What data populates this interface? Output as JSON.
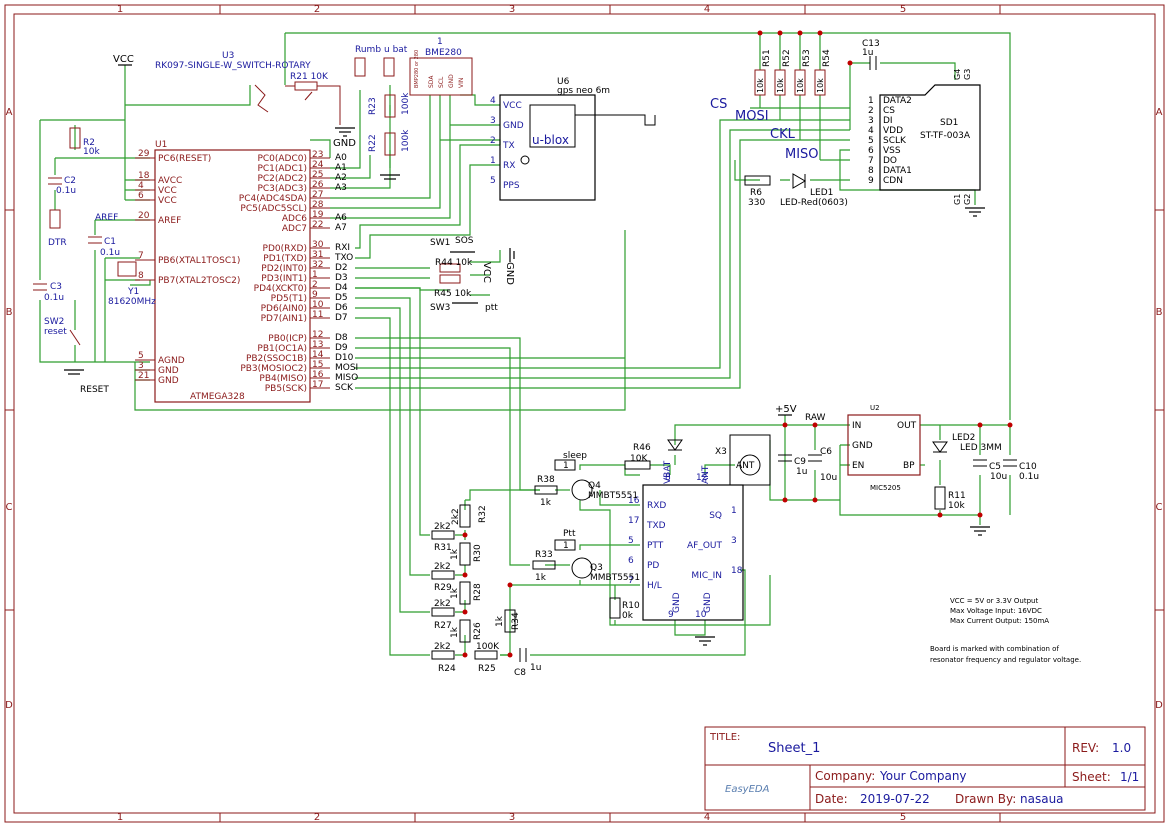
{
  "frame": {
    "col_labels": [
      "1",
      "2",
      "3",
      "4",
      "5"
    ],
    "row_labels": [
      "A",
      "B",
      "C",
      "D"
    ]
  },
  "title_block": {
    "title_label": "TITLE:",
    "title": "Sheet_1",
    "rev_label": "REV:",
    "rev": "1.0",
    "company_label": "Company:",
    "company": "Your Company",
    "sheet_label": "Sheet:",
    "sheet": "1/1",
    "date_label": "Date:",
    "date": "2019-07-22",
    "drawn_label": "Drawn By:",
    "drawn": "nasaua",
    "logo": "EasyEDA"
  },
  "net_labels": {
    "vcc_top": "VCC",
    "plus5v": "+5V",
    "raw": "RAW",
    "gnd1": "GND",
    "gnd2": "GND",
    "vcc_sw": "VCC",
    "reset_net": "RESET",
    "aref_net": "AREF",
    "cs_big": "CS",
    "mosi_big": "MOSI",
    "ckl_big": "CKL",
    "miso_big": "MISO"
  },
  "u1": {
    "ref": "U1",
    "part": "ATMEGA328",
    "left_pins": [
      {
        "num": "29",
        "name": "PC6(RESET)"
      },
      {
        "num": "18",
        "name": "AVCC"
      },
      {
        "num": "4",
        "name": "VCC"
      },
      {
        "num": "6",
        "name": "VCC"
      },
      {
        "num": "20",
        "name": "AREF"
      },
      {
        "num": "7",
        "name": "PB6(XTAL1TOSC1)"
      },
      {
        "num": "8",
        "name": "PB7(XTAL2TOSC2)"
      },
      {
        "num": "5",
        "name": "AGND"
      },
      {
        "num": "3",
        "name": "GND"
      },
      {
        "num": "21",
        "name": "GND"
      }
    ],
    "right_pins": [
      {
        "num": "23",
        "name": "PC0(ADC0)",
        "net": "A0"
      },
      {
        "num": "24",
        "name": "PC1(ADC1)",
        "net": "A1"
      },
      {
        "num": "25",
        "name": "PC2(ADC2)",
        "net": "A2"
      },
      {
        "num": "26",
        "name": "PC3(ADC3)",
        "net": "A3"
      },
      {
        "num": "27",
        "name": "PC4(ADC4SDA)",
        "net": ""
      },
      {
        "num": "28",
        "name": "PC5(ADC5SCL)",
        "net": ""
      },
      {
        "num": "19",
        "name": "ADC6",
        "net": "A6"
      },
      {
        "num": "22",
        "name": "ADC7",
        "net": "A7"
      },
      {
        "num": "30",
        "name": "PD0(RXD)",
        "net": "RXI"
      },
      {
        "num": "31",
        "name": "PD1(TXD)",
        "net": "TXO"
      },
      {
        "num": "32",
        "name": "PD2(INT0)",
        "net": "D2"
      },
      {
        "num": "1",
        "name": "PD3(INT1)",
        "net": "D3"
      },
      {
        "num": "2",
        "name": "PD4(XCKT0)",
        "net": "D4"
      },
      {
        "num": "9",
        "name": "PD5(T1)",
        "net": "D5"
      },
      {
        "num": "10",
        "name": "PD6(AIN0)",
        "net": "D6"
      },
      {
        "num": "11",
        "name": "PD7(AIN1)",
        "net": "D7"
      },
      {
        "num": "12",
        "name": "PB0(ICP)",
        "net": "D8"
      },
      {
        "num": "13",
        "name": "PB1(OC1A)",
        "net": "D9"
      },
      {
        "num": "14",
        "name": "PB2(SSOC1B)",
        "net": "D10"
      },
      {
        "num": "15",
        "name": "PB3(MOSIOC2)",
        "net": "MOSI"
      },
      {
        "num": "16",
        "name": "PB4(MISO)",
        "net": "MISO"
      },
      {
        "num": "17",
        "name": "PB5(SCK)",
        "net": "SCK"
      }
    ]
  },
  "components": {
    "u3_ref": "U3",
    "u3_part": "RK097-SINGLE-W_SWITCH-ROTARY",
    "r21": "R21 10K",
    "rumb": "Rumb",
    "ubat": "u bat",
    "bme_ref": "1",
    "bme_part": "BME280",
    "bme_pins": [
      "SDA",
      "SCL",
      "GND",
      "VIN"
    ],
    "bme_body": "BMP280 or 280",
    "r23": "R23",
    "r23_val": "100k",
    "r22": "R22",
    "r22_val": "100k",
    "r2": "R2",
    "r2_val": "10k",
    "c2": "C2",
    "c2_val": "0.1u",
    "dtr": "DTR",
    "c1": "C1",
    "c1_val": "0.1u",
    "c3": "C3",
    "c3_val": "0.1u",
    "sw2": "SW2",
    "sw2_name": "reset",
    "y1": "Y1",
    "y1_val": "81620MHz",
    "u6_ref": "U6",
    "u6_part": "gps neo 6m",
    "u6_body": "u-blox",
    "u6_pins": [
      {
        "num": "4",
        "name": "VCC"
      },
      {
        "num": "3",
        "name": "GND"
      },
      {
        "num": "2",
        "name": "TX"
      },
      {
        "num": "1",
        "name": "RX"
      },
      {
        "num": "5",
        "name": "PPS"
      }
    ],
    "sw1": "SW1",
    "sw1_name": "SOS",
    "r44": "R44 10k",
    "r45": "R45 10k",
    "sw3": "SW3",
    "sw3_name": "ptt",
    "r51": "R51",
    "r52": "R52",
    "r53": "R53",
    "r54": "R54",
    "r5x_val": "10k",
    "c13": "C13",
    "c13_val": "1u",
    "sd1_ref": "SD1",
    "sd1_part": "ST-TF-003A",
    "sd1_pins": [
      {
        "num": "1",
        "name": "DATA2"
      },
      {
        "num": "2",
        "name": "CS"
      },
      {
        "num": "3",
        "name": "DI"
      },
      {
        "num": "4",
        "name": "VDD"
      },
      {
        "num": "5",
        "name": "SCLK"
      },
      {
        "num": "6",
        "name": "VSS"
      },
      {
        "num": "7",
        "name": "DO"
      },
      {
        "num": "8",
        "name": "DATA1"
      },
      {
        "num": "9",
        "name": "CDN"
      }
    ],
    "sd1_g": [
      "G4",
      "G3",
      "G1",
      "G2"
    ],
    "r6": "R6",
    "r6_val": "330",
    "led1": "LED1",
    "led1_val": "LED-Red(0603)",
    "u2_ref": "U2",
    "u2_part": "MIC5205",
    "u2_pins": [
      "IN",
      "OUT",
      "GND",
      "EN",
      "BP"
    ],
    "c9": "C9",
    "c9_val": "1u",
    "c6": "C6",
    "c6_val": "10u",
    "led2": "LED2",
    "led2_val": "LED 3MM",
    "r11": "R11",
    "r11_val": "10k",
    "c5": "C5",
    "c5_val": "10u",
    "c10": "C10",
    "c10_val": "0.1u",
    "x3": "X3",
    "ant": "ANT",
    "r46": "R46",
    "r46_val": "10K",
    "sleep": "sleep",
    "ptt_lbl": "Ptt",
    "r38": "R38",
    "r38_val": "1k",
    "q4": "Q4",
    "q4_part": "MMBT5551",
    "r33": "R33",
    "r33_val": "1k",
    "q3": "Q3",
    "q3_part": "MMBT5551",
    "r10": "R10",
    "r10_val": "0k",
    "r34": "R34",
    "r34_val": "1k",
    "rchain": [
      {
        "ref": "R32",
        "val": "2k2"
      },
      {
        "ref": "R31",
        "val": "2k2"
      },
      {
        "ref": "R30",
        "val": "1k"
      },
      {
        "ref": "R29",
        "val": "2k2"
      },
      {
        "ref": "R28",
        "val": "1k"
      },
      {
        "ref": "R27",
        "val": "2k2"
      },
      {
        "ref": "R26",
        "val": "1k"
      },
      {
        "ref": "R24",
        "val": "2k2"
      },
      {
        "ref": "R25",
        "val": "100K"
      }
    ],
    "c8": "C8",
    "c8_val": "1u",
    "dra_pins": [
      {
        "num": "16",
        "name": "RXD"
      },
      {
        "num": "17",
        "name": "TXD"
      },
      {
        "num": "5",
        "name": "PTT"
      },
      {
        "num": "6",
        "name": "PD"
      },
      {
        "num": "7",
        "name": "H/L"
      }
    ],
    "dra_right": [
      {
        "num": "1",
        "name": "SQ"
      },
      {
        "num": "3",
        "name": "AF_OUT"
      },
      {
        "num": "18",
        "name": "MIC_IN"
      }
    ],
    "dra_top": [
      {
        "num": "8",
        "name": "VBAT"
      },
      {
        "num": "12",
        "name": "ANT"
      }
    ],
    "dra_bottom": [
      {
        "num": "9",
        "name": "GND"
      },
      {
        "num": "10",
        "name": "GND"
      }
    ]
  },
  "notes": [
    "VCC = 5V or 3.3V Output",
    "Max Voltage Input: 16VDC",
    "Max Current Output: 150mA",
    "Board is marked with combination of",
    "resonator frequency and regulator voltage."
  ]
}
